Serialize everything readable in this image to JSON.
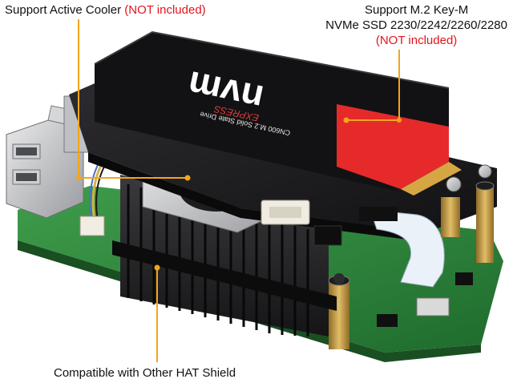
{
  "labels": {
    "cooler": {
      "text": "Support Active Cooler ",
      "note": "(NOT included)"
    },
    "ssd": {
      "line1": "Support M.2 Key-M",
      "line2": "NVMe SSD 2230/2242/2260/2280",
      "note": "(NOT included)"
    },
    "hat": {
      "text": "Compatible with Other HAT Shield"
    }
  },
  "ssd_print": {
    "brand": "nvm",
    "express": "EXPRESS",
    "model": "CN600 M.2 Solid State Drive"
  },
  "colors": {
    "label_text": "#111111",
    "label_note": "#e3141b",
    "callout_line": "#f3a51b",
    "pcb_green": "#2f8a3c",
    "board_black": "#1b1b1d",
    "ssd_red": "#e62a2a",
    "standoff_brass": "#c9a04a"
  }
}
